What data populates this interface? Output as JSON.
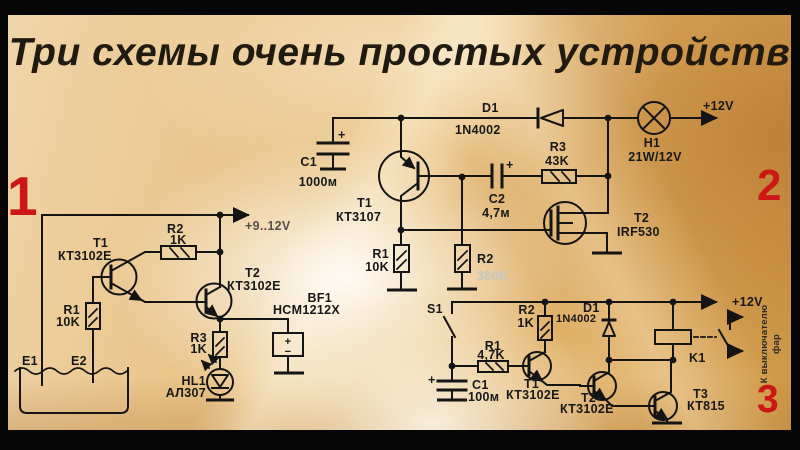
{
  "slide": {
    "title": "Три схемы очень простых устройств"
  },
  "colors": {
    "background_tan": "#e7c083",
    "number_red": "#cd1616",
    "line_black": "#141414",
    "faded_gray": "#c6c6c6"
  },
  "circuit1": {
    "number": "1",
    "supply_label": "+9..12V",
    "t1": {
      "ref": "T1",
      "value": "КТ3102Е"
    },
    "t2": {
      "ref": "T2",
      "value": "КТ3102Е"
    },
    "r1": {
      "ref": "R1",
      "value": "10K"
    },
    "r2": {
      "ref": "R2",
      "value": "1K"
    },
    "r3": {
      "ref": "R3",
      "value": "1K"
    },
    "hl1": {
      "ref": "HL1",
      "value": "АЛ307"
    },
    "bf1": {
      "ref": "BF1",
      "value": "HCM1212X",
      "plus": "+",
      "minus": "−"
    },
    "e1": "E1",
    "e2": "E2"
  },
  "circuit2": {
    "number": "2",
    "supply_label": "+12V",
    "c1": {
      "ref": "C1",
      "value": "1000м",
      "plus": "+"
    },
    "c2": {
      "ref": "C2",
      "value": "4,7м",
      "plus": "+"
    },
    "t1": {
      "ref": "T1",
      "value": "КТ3107"
    },
    "t2": {
      "ref": "T2",
      "value": "IRF530"
    },
    "d1": {
      "ref": "D1",
      "value": "1N4002"
    },
    "r1": {
      "ref": "R1",
      "value": "10K"
    },
    "r2": {
      "ref": "R2",
      "value": "360K"
    },
    "r3": {
      "ref": "R3",
      "value": "43K"
    },
    "h1": {
      "ref": "H1",
      "value": "21W/12V"
    }
  },
  "circuit3": {
    "number": "3",
    "supply_label": "+12V",
    "s1": {
      "ref": "S1"
    },
    "r1": {
      "ref": "R1",
      "value": "4,7K"
    },
    "r2": {
      "ref": "R2",
      "value": "1K"
    },
    "c1": {
      "ref": "C1",
      "value": "100м",
      "plus": "+"
    },
    "d1": {
      "ref": "D1",
      "value": "1N4002"
    },
    "t1": {
      "ref": "T1",
      "value": "КТ3102Е"
    },
    "t2": {
      "ref": "T2",
      "value": "КТ3102Е"
    },
    "t3": {
      "ref": "T3",
      "value": "КТ815"
    },
    "k1": {
      "ref": "K1"
    },
    "note_line1": "К выключателю",
    "note_line2": "фар"
  }
}
